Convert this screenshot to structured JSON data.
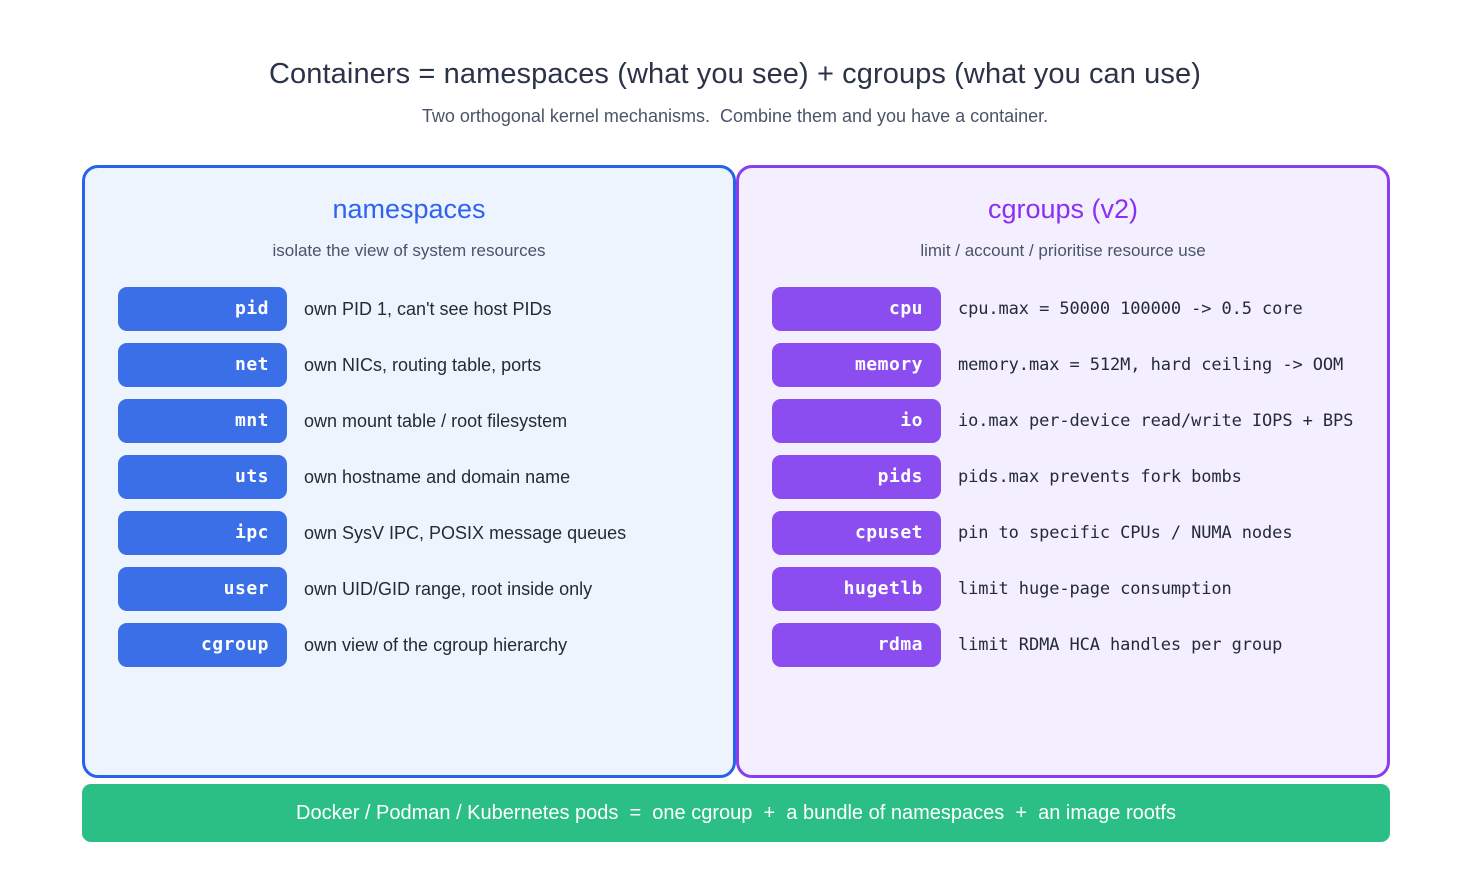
{
  "header": {
    "title": "Containers = namespaces (what you see) + cgroups (what you can use)",
    "subtitle": "Two orthogonal kernel mechanisms.  Combine them and you have a container."
  },
  "namespaces_panel": {
    "title": "namespaces",
    "subtitle": "isolate the view of system resources",
    "border_color": "#2563eb",
    "fill_color": "#eef4fd",
    "pill_color": "#3b6fe8",
    "title_color": "#2f63f0",
    "items": [
      {
        "name": "pid",
        "desc": "own PID 1, can't see host PIDs"
      },
      {
        "name": "net",
        "desc": "own NICs, routing table, ports"
      },
      {
        "name": "mnt",
        "desc": "own mount table / root filesystem"
      },
      {
        "name": "uts",
        "desc": "own hostname and domain name"
      },
      {
        "name": "ipc",
        "desc": "own SysV IPC, POSIX message queues"
      },
      {
        "name": "user",
        "desc": "own UID/GID range, root inside only"
      },
      {
        "name": "cgroup",
        "desc": "own view of the cgroup hierarchy"
      }
    ]
  },
  "cgroups_panel": {
    "title": "cgroups (v2)",
    "subtitle": "limit / account / prioritise resource use",
    "border_color": "#8b3def",
    "fill_color": "#f4efff",
    "pill_color": "#8b4df0",
    "title_color": "#8b2ff5",
    "items": [
      {
        "name": "cpu",
        "desc": "cpu.max = 50000 100000 -> 0.5 core"
      },
      {
        "name": "memory",
        "desc": "memory.max = 512M, hard ceiling -> OOM"
      },
      {
        "name": "io",
        "desc": "io.max  per-device read/write IOPS + BPS"
      },
      {
        "name": "pids",
        "desc": "pids.max prevents fork bombs"
      },
      {
        "name": "cpuset",
        "desc": "pin to specific CPUs / NUMA nodes"
      },
      {
        "name": "hugetlb",
        "desc": "limit huge-page consumption"
      },
      {
        "name": "rdma",
        "desc": "limit RDMA HCA handles per group"
      }
    ]
  },
  "footer": {
    "text": "Docker / Podman / Kubernetes pods  =  one cgroup  +  a bundle of namespaces  +  an image rootfs",
    "color": "#2bbf86"
  }
}
